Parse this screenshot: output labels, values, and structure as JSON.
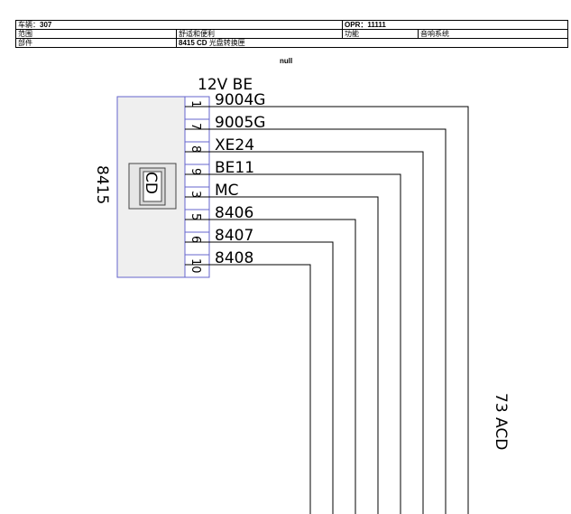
{
  "header": {
    "row1": {
      "label": "车辆：",
      "value": "307",
      "opr_label": "OPR：",
      "opr_value": "11111"
    },
    "row2": {
      "label": "范围",
      "value": "舒适和便利",
      "func_label": "功能",
      "func_value": "音响系统"
    },
    "row3": {
      "label": "部件",
      "part_code": "8415 CD",
      "part_name": "光盘转换匣"
    }
  },
  "diagram": {
    "null_label": "null",
    "supply_label": "12V BE",
    "component_code": "8415",
    "component_symbol": "CD",
    "connector_label": "73 ACD",
    "pins": [
      {
        "pin": "1",
        "wire": "9004G"
      },
      {
        "pin": "7",
        "wire": "9005G"
      },
      {
        "pin": "8",
        "wire": "XE24"
      },
      {
        "pin": "9",
        "wire": "BE11"
      },
      {
        "pin": "3",
        "wire": "MC"
      },
      {
        "pin": "5",
        "wire": "8406"
      },
      {
        "pin": "6",
        "wire": "8407"
      },
      {
        "pin": "10",
        "wire": "8408"
      }
    ]
  }
}
